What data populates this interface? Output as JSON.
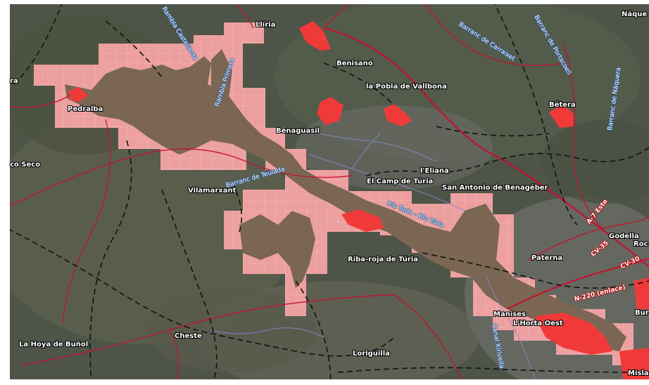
{
  "map": {
    "colors": {
      "flood_zone": "#f4a3a3",
      "river_area": "#7a6652",
      "urban_area": "#f03a3a",
      "roads": "#c8102e",
      "boundaries": "#111111",
      "waterways": "#8b86c9"
    },
    "places": {
      "lliria": "Llíria",
      "benisano": "Benisanó",
      "pobla": "la Pobla de Vallbona",
      "pedralba": "Pedralba",
      "benaguasil": "Benaguasil",
      "vilamarxant": "Vilamarxant",
      "campturia": "El Camp de Túria",
      "leliana": "l'Eliana",
      "sanantonio": "San Antonio de Benagéber",
      "ribaroja": "Riba-roja de Túria",
      "paterna": "Paterna",
      "manises": "Manises",
      "hortaoest": "L'Horta Oest",
      "cheste": "Cheste",
      "hoyabunol": "La Hoya de Buñol",
      "loriguilla": "Loriguilla",
      "betera": "Bétera",
      "godella": "Godella",
      "naquera": "Náque",
      "roc": "Roc",
      "bur": "Bur",
      "misla": "Misla",
      "leftvalue": "ra",
      "cseco": "co Seco"
    },
    "waterways": {
      "castellarda": "Rambla Castellarda",
      "primera": "Rambla Primera",
      "carraixet": "Barranc de Carraixet",
      "portacoeli": "Barranc de Portacoeli",
      "naquera_b": "Barranc de Náquera",
      "teulada": "Barranc de Teulada",
      "turia": "Río Turia - Riu Túria",
      "xirivella": "Canal Xirivella"
    },
    "roads": {
      "a7": "A-7 Este",
      "cv35": "CV-35",
      "cv30": "CV-30",
      "n220": "N-220 (enlace)"
    }
  }
}
